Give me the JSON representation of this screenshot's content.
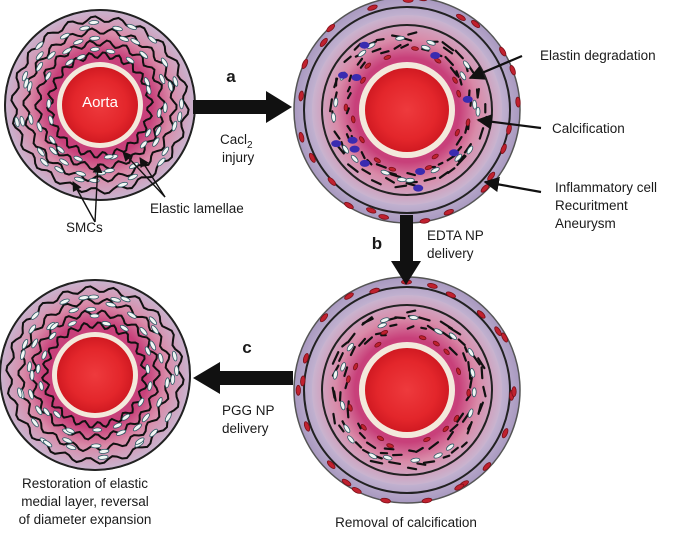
{
  "labels": {
    "aorta": "Aorta",
    "smcs": "SMCs",
    "elastic_lamellae": "Elastic lamellae",
    "elastin_degradation": "Elastin degradation",
    "calcification": "Calcification",
    "inflammatory_1": "Inflammatory cell",
    "inflammatory_2": "Recuritment",
    "inflammatory_3": "Aneurysm",
    "removal": "Removal of calcification",
    "restoration_1": "Restoration of elastic",
    "restoration_2": "medial layer, reversal",
    "restoration_3": "of diameter expansion"
  },
  "steps": {
    "a": {
      "letter": "a",
      "line1_main": "Cacl",
      "line1_sub": "2",
      "line2": "injury"
    },
    "b": {
      "letter": "b",
      "line1": "EDTA NP",
      "line2": "delivery"
    },
    "c": {
      "letter": "c",
      "line1": "PGG NP",
      "line2": "delivery"
    }
  },
  "colors": {
    "lumen": "#e8262b",
    "tissue_pink": "#d9a3b3",
    "outer_halo": "#b8a9c9",
    "ring_black": "#111111",
    "calcium_blue": "#3a2bb0",
    "smc_cell": "#f2f6f4",
    "rbc": "#c0212f"
  }
}
